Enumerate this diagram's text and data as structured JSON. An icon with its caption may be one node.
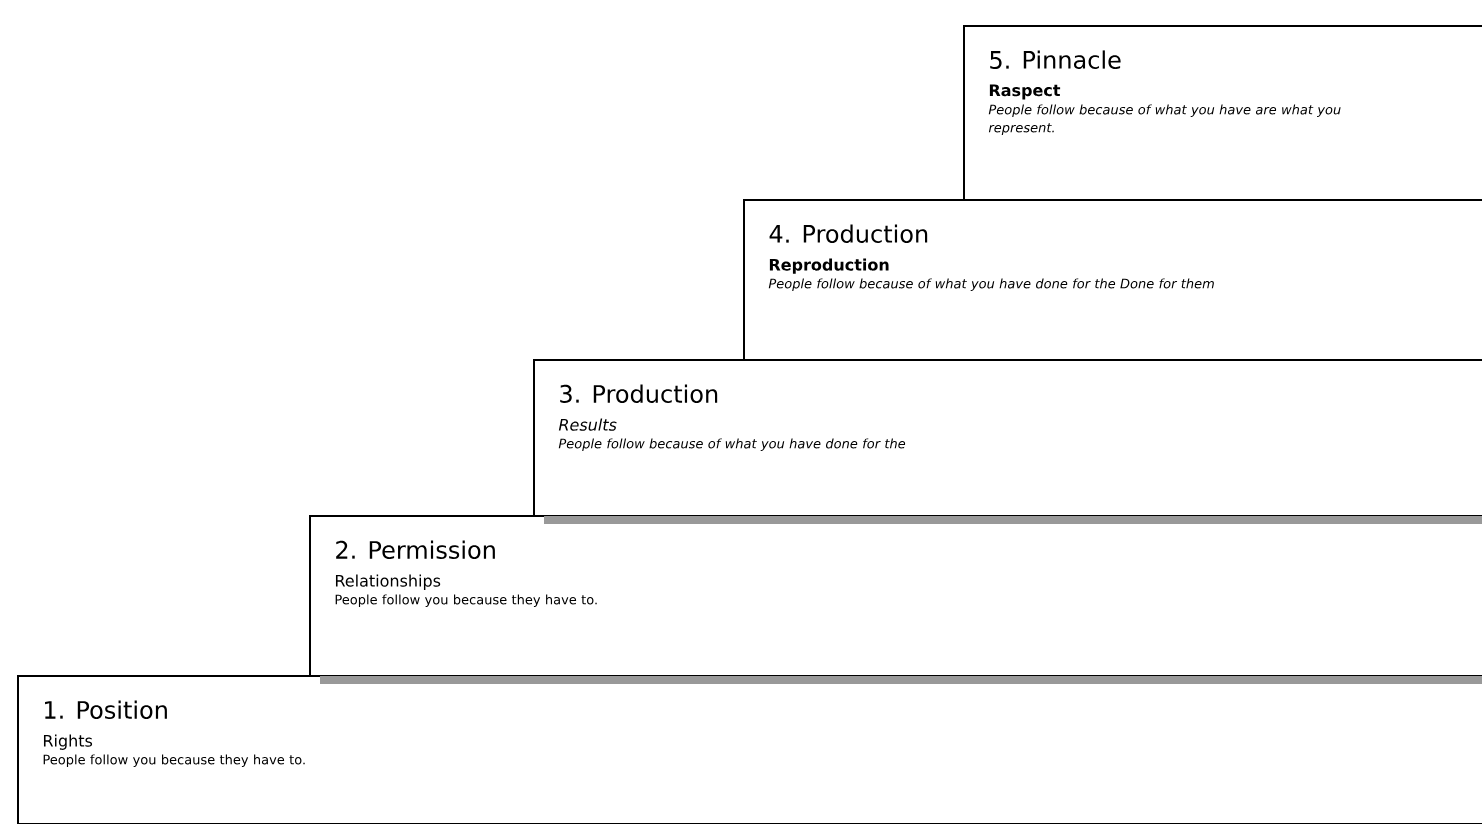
{
  "diagram": {
    "nodes": [
      {
        "text": [
          "5. Pinnacle",
          "Raspect",
          "People follow because of what you have are what you represent."
        ]
      },
      {
        "text": [
          "4. Production",
          "Reproduction",
          "People follow because of what you have done for the Done for them"
        ]
      },
      {
        "text": [
          "3. Production",
          "Results",
          "People follow because of what you have done for the"
        ]
      },
      {
        "text": [
          "2. Permission",
          "Relationships",
          "People follow you because they have to."
        ]
      },
      {
        "text": [
          "1. Position",
          "Rights",
          "People follow you because they have to."
        ]
      }
    ]
  }
}
